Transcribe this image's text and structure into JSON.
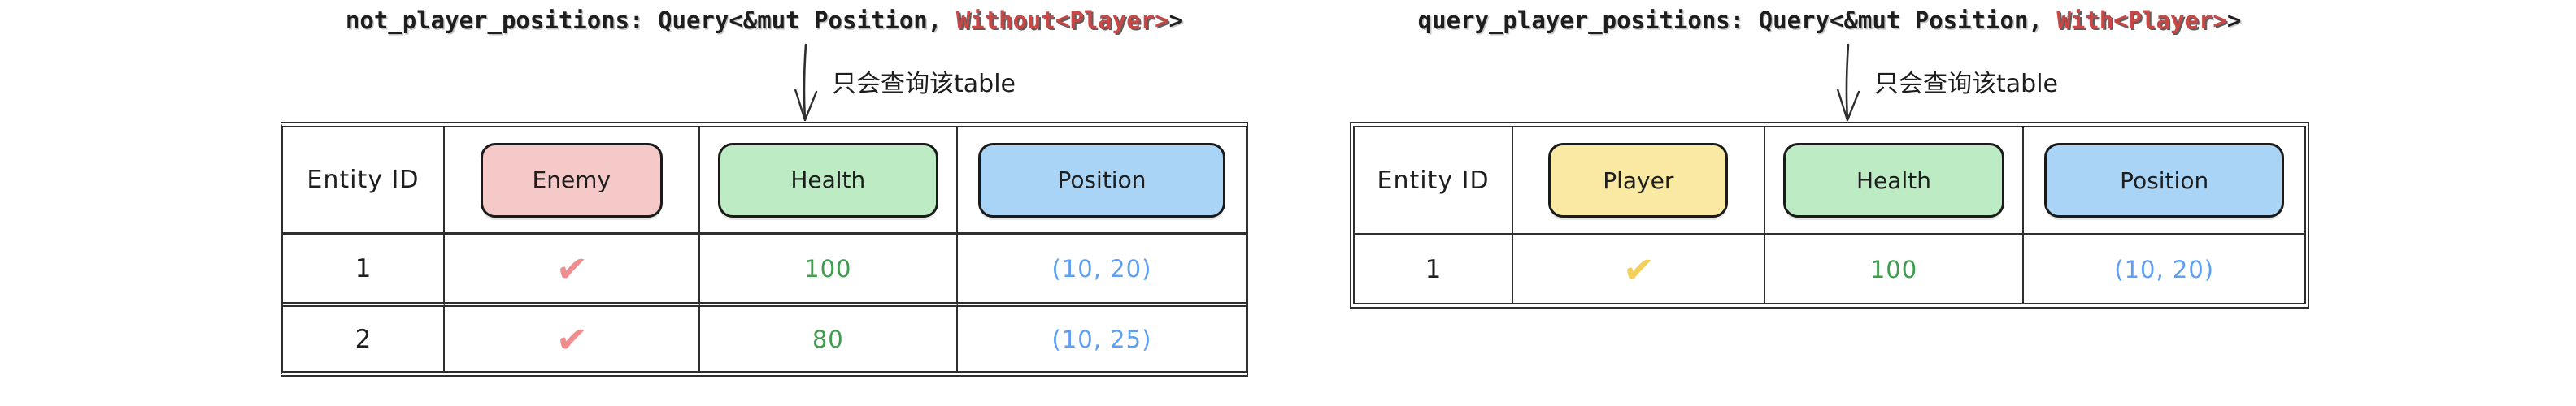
{
  "colors": {
    "text": "#1e1e1e",
    "line": "#2e2e2e",
    "badge_border": "#1a1a1a",
    "code_red": "#c94747",
    "health_green": "#3f9e4d",
    "position_blue": "#5e9ff2"
  },
  "panels": [
    {
      "title": {
        "pre": "not_player_positions: Query<&mut Position, ",
        "red": "Without<Player>",
        "post": ">"
      },
      "arrow_label": "只会查询该table",
      "table": {
        "id_header": "Entity ID",
        "components": [
          {
            "label": "Enemy",
            "fill": "#f6c9c9"
          },
          {
            "label": "Health",
            "fill": "#bdecc4"
          },
          {
            "label": "Position",
            "fill": "#a9d4f6"
          }
        ],
        "rows": [
          {
            "id": "1",
            "check": "✔",
            "check_color": "#ef8e8e",
            "health": "100",
            "position": "(10, 20)"
          },
          {
            "id": "2",
            "check": "✔",
            "check_color": "#ef8e8e",
            "health": "80",
            "position": "(10, 25)"
          }
        ]
      }
    },
    {
      "title": {
        "pre": "query_player_positions: Query<&mut Position, ",
        "red": "With<Player>",
        "post": ">"
      },
      "arrow_label": "只会查询该table",
      "table": {
        "id_header": "Entity ID",
        "components": [
          {
            "label": "Player",
            "fill": "#f9e9a2"
          },
          {
            "label": "Health",
            "fill": "#bdecc4"
          },
          {
            "label": "Position",
            "fill": "#a9d4f6"
          }
        ],
        "rows": [
          {
            "id": "1",
            "check": "✔",
            "check_color": "#f3cf5b",
            "health": "100",
            "position": "(10, 20)"
          }
        ]
      }
    }
  ]
}
